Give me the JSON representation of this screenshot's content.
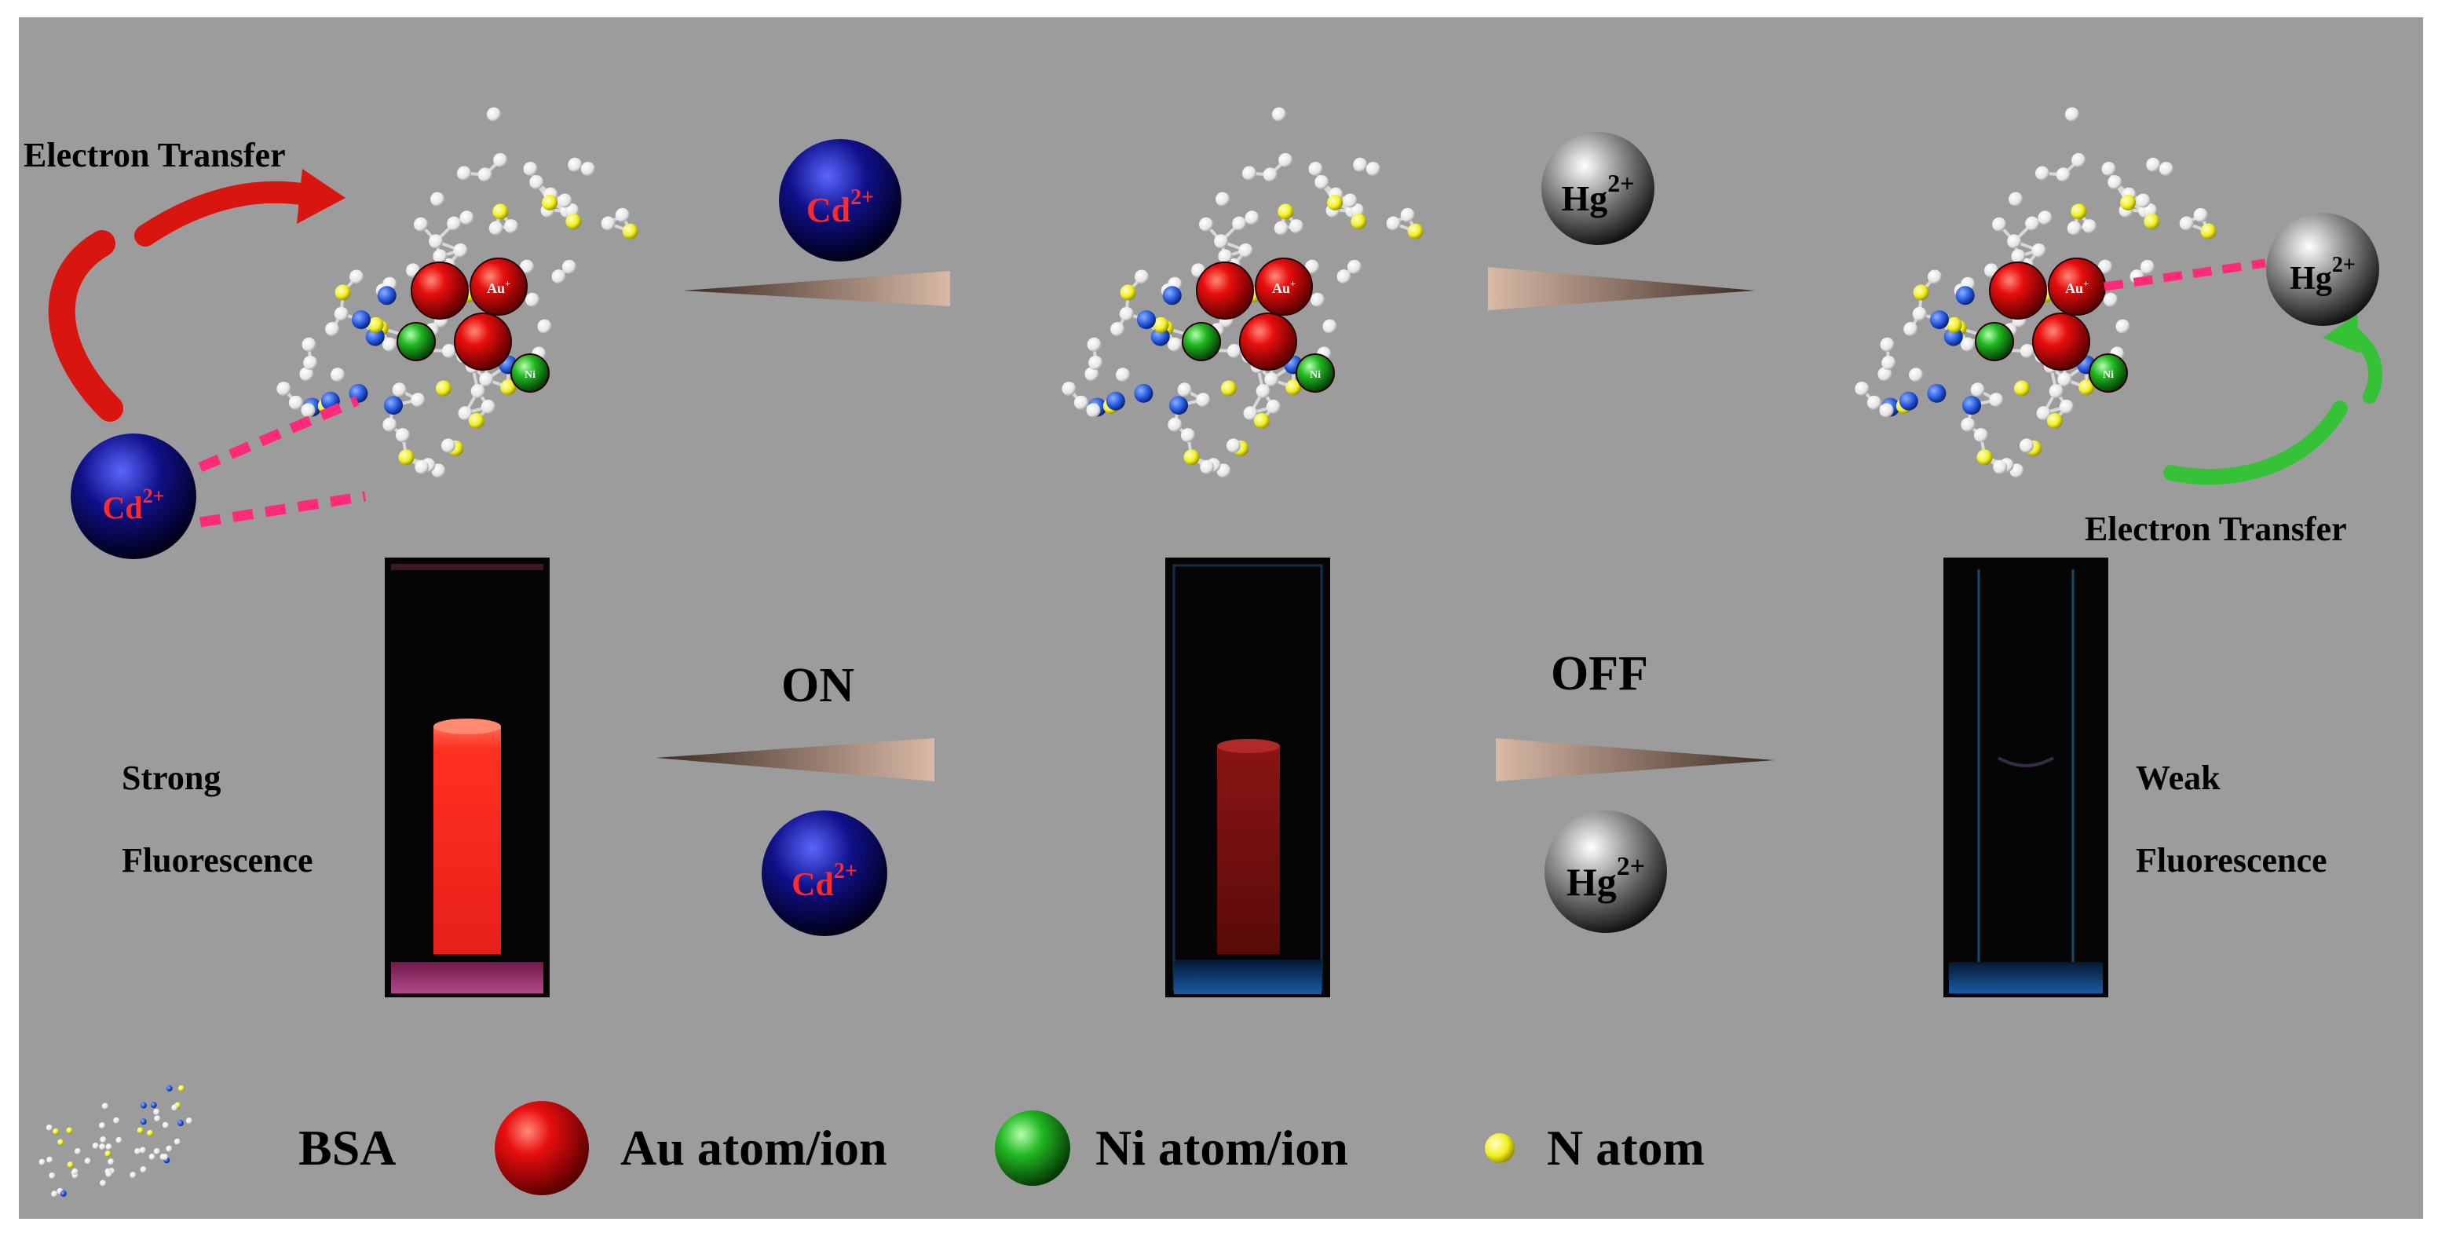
{
  "labels": {
    "electron_transfer_left": "Electron Transfer",
    "electron_transfer_right": "Electron Transfer",
    "on": "ON",
    "off": "OFF",
    "strong_line1": "Strong",
    "strong_line2": "Fluorescence",
    "weak_line1": "Weak",
    "weak_line2": "Fluorescence"
  },
  "ions": {
    "cd_base": "Cd",
    "cd_charge": "2+",
    "hg_base": "Hg",
    "hg_charge": "2+",
    "au_label": "Au",
    "au_charge": "+",
    "ni_label": "Ni"
  },
  "legend": {
    "bsa": "BSA",
    "au": "Au atom/ion",
    "ni": "Ni atom/ion",
    "n": "N atom"
  },
  "colors": {
    "background": "#9c9c9c",
    "au_red": "#d40000",
    "ni_green": "#1faa1f",
    "n_yellow": "#f2ef1a",
    "n_blue_atom": "#2255dd",
    "cd_blue": "#12128a",
    "hg_gray": "#3a3a3a",
    "bond_dash": "#ff2a7a",
    "arrow_red": "#d8150f",
    "arrow_green": "#36c236",
    "fluor_strong": "#ff3a2a"
  }
}
